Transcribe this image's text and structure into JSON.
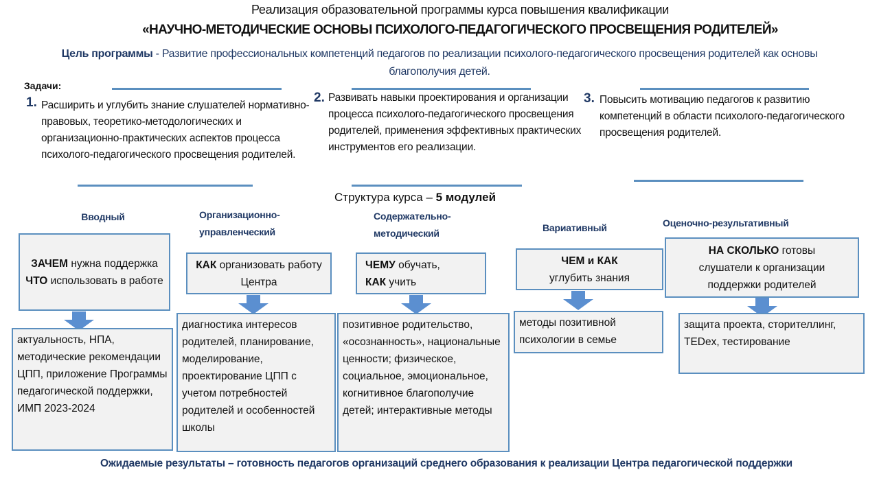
{
  "title": {
    "line1": "Реализация образовательной программы курса повышения квалификации",
    "line2": "«НАУЧНО-МЕТОДИЧЕСКИЕ ОСНОВЫ ПСИХОЛОГО-ПЕДАГОГИЧЕСКОГО  ПРОСВЕЩЕНИЯ РОДИТЕЛЕЙ»"
  },
  "goal": {
    "label": "Цель программы",
    "text": " - Развитие профессиональных  компетенций  педагогов по реализации  психолого-педагогического  просвещения родителей как основы благополучия детей."
  },
  "tasks": {
    "label": "Задачи:",
    "items": [
      {
        "number": "1.",
        "text": "Расширить и углубить знание   слушателей нормативно-правовых,  теоретико-методологических и организационно-практических аспектов процесса психолого-педагогического  просвещения  родителей."
      },
      {
        "number": "2.",
        "text": "Развивать навыки проектирования  и организации процесса психолого-педагогического просвещения родителей, применения эффективных практических инструментов его реализации."
      },
      {
        "number": "3.",
        "text": "Повысить мотивацию  педагогов к развитию компетенций  в области психолого-педагогического  просвещения родителей."
      }
    ]
  },
  "structure": {
    "prefix": "Структура курса – ",
    "count": "5 модулей"
  },
  "modules": [
    {
      "name": "Вводный",
      "question_bold1": "ЗАЧЕМ",
      "question_rest1": " нужна поддержка",
      "question_bold2": "ЧТО",
      "question_rest2": " использовать  в работе",
      "content": "актуальность, НПА, методические рекомендации ЦПП, приложение Программы педагогической поддержки, ИМП 2023-2024"
    },
    {
      "name": "Организационно-управленческий",
      "question_bold1": "КАК",
      "question_rest1": " организовать работу Центра",
      "content": "диагностика интересов родителей, планирование, моделирование, проектирование ЦПП с учетом потребностей родителей и особенностей школы"
    },
    {
      "name": "Содержательно-методический",
      "question_bold1": "ЧЕМУ",
      "question_rest1": " обучать,",
      "question_bold2": "КАК",
      "question_rest2": " учить",
      "content": "позитивное родительство, «осознанность», национальные ценности; физическое, социальное, эмоциональное, когнитивное благополучие детей; интерактивные методы"
    },
    {
      "name": "Вариативный",
      "question_bold1": "ЧЕМ и КАК",
      "question_rest1": "углубить знания",
      "content": "методы позитивной психологии в семье"
    },
    {
      "name": "Оценочно-результативный",
      "question_bold1": "НА СКОЛЬКО",
      "question_rest1": "  готовы слушатели к организации поддержки родителей",
      "content": "защита проекта, сторителлинг, TEDex, тестирование"
    }
  ],
  "footer": "Ожидаемые результаты  – готовность  педагогов  организаций  среднего  образования  к  реализации  Центра  педагогической  поддержки",
  "colors": {
    "accent": "#5b8fbf",
    "dark_blue": "#1f3864",
    "box_fill": "#f2f2f2"
  }
}
